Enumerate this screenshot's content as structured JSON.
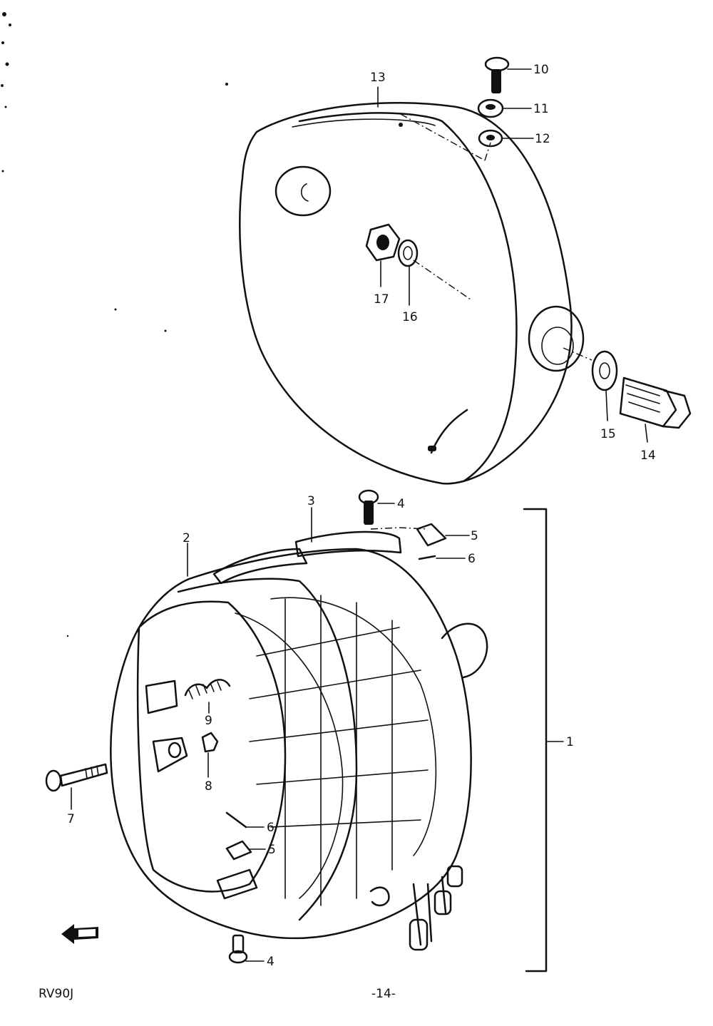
{
  "footer": {
    "model": "RV90J",
    "page": "-14-"
  },
  "callouts": [
    {
      "id": "c13",
      "label": "13"
    },
    {
      "id": "c10",
      "label": "10"
    },
    {
      "id": "c11",
      "label": "11"
    },
    {
      "id": "c12",
      "label": "12"
    },
    {
      "id": "c17",
      "label": "17"
    },
    {
      "id": "c16",
      "label": "16"
    },
    {
      "id": "c15",
      "label": "15"
    },
    {
      "id": "c14",
      "label": "14"
    },
    {
      "id": "c3",
      "label": "3"
    },
    {
      "id": "c4a",
      "label": "4"
    },
    {
      "id": "c5a",
      "label": "5"
    },
    {
      "id": "c6a",
      "label": "6"
    },
    {
      "id": "c2",
      "label": "2"
    },
    {
      "id": "c1",
      "label": "1"
    },
    {
      "id": "c9",
      "label": "9"
    },
    {
      "id": "c8",
      "label": "8"
    },
    {
      "id": "c7",
      "label": "7"
    },
    {
      "id": "c6b",
      "label": "6"
    },
    {
      "id": "c5b",
      "label": "5"
    },
    {
      "id": "c4b",
      "label": "4"
    }
  ],
  "arrow_badge": {
    "icon": "front-direction-arrow-icon"
  }
}
